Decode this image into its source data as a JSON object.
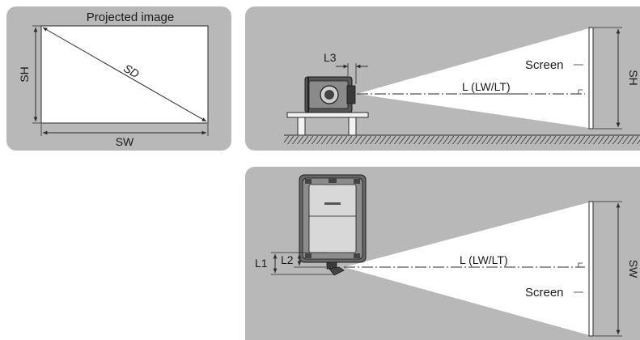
{
  "projected_image": {
    "title": "Projected image",
    "sd_label": "SD",
    "sh_label": "SH",
    "sw_label": "SW"
  },
  "side_view": {
    "l3_label": "L3",
    "screen_label": "Screen",
    "distance_label": "L (LW/LT)",
    "sh_label": "SH"
  },
  "top_view": {
    "l1_label": "L1",
    "l2_label": "L2",
    "distance_label": "L (LW/LT)",
    "screen_label": "Screen",
    "sw_label": "SW"
  },
  "colors": {
    "panel_bg": "#b8b8b8",
    "line": "#2a2a2a",
    "beam": "#ffffff"
  }
}
